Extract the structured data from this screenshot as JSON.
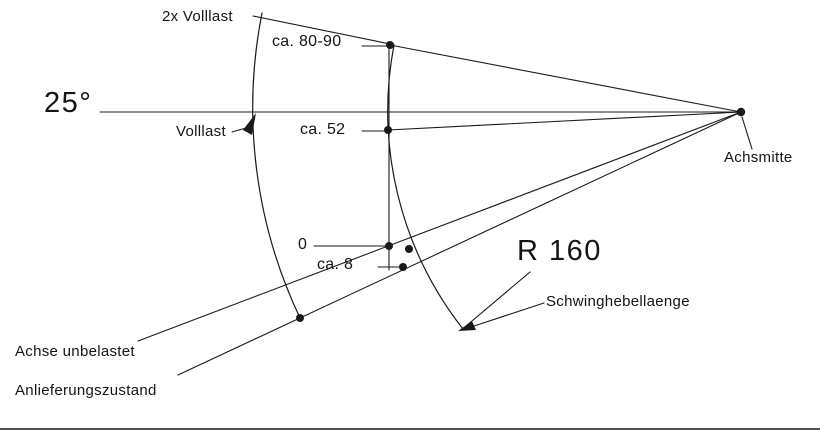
{
  "diagram": {
    "type": "technical-drawing",
    "labels": {
      "angle": "25°",
      "two_x_volllast": "2x Volllast",
      "ca_80_90": "ca. 80-90",
      "volllast": "Volllast",
      "ca_52": "ca. 52",
      "zero": "0",
      "ca_8": "ca. 8",
      "radius": "R 160",
      "schwinghebellaenge": "Schwinghebellaenge",
      "achsmitte": "Achsmitte",
      "achse_unbelastet": "Achse unbelastet",
      "anlieferungszustand": "Anlieferungszustand"
    },
    "measurements": [
      {
        "position": "2x Volllast",
        "value": "ca. 80-90"
      },
      {
        "position": "Volllast",
        "value": "ca. 52"
      },
      {
        "position": "Achse unbelastet",
        "value": "0"
      },
      {
        "position": "Anlieferungszustand",
        "value": "ca. 8"
      }
    ],
    "angle_between": {
      "from": "horizontal through Achsmitte",
      "to": "Anlieferungszustand line",
      "value": "25°"
    },
    "lever_radius": "R 160",
    "colors": {
      "line": "#1a1a1a",
      "background": "#ffffff"
    }
  }
}
